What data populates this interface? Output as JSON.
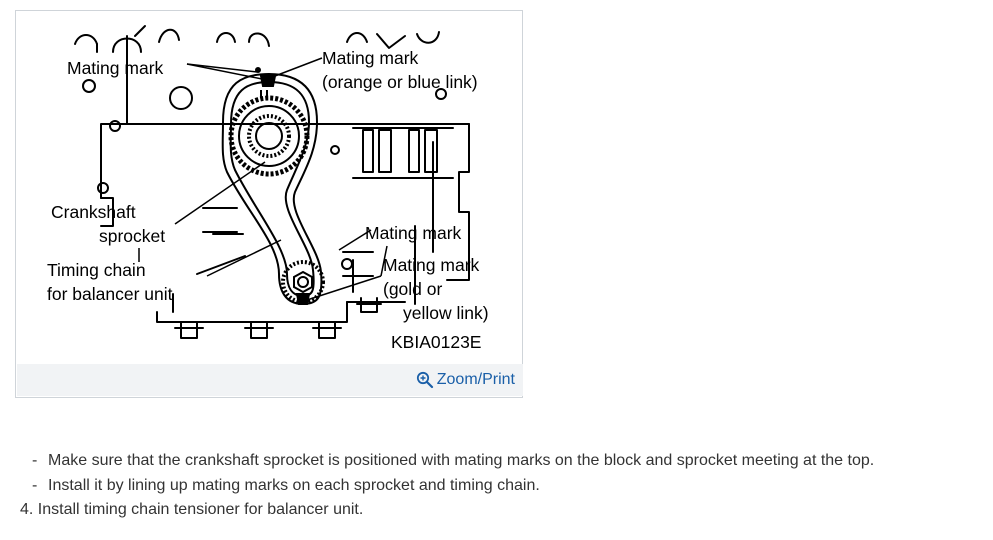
{
  "figure": {
    "labels": {
      "mating_mark_top_left": "Mating mark",
      "mating_mark_top_right_line1": "Mating mark",
      "mating_mark_top_right_line2": "(orange or blue link)",
      "crankshaft_line1": "Crankshaft",
      "crankshaft_line2": "sprocket",
      "timing_chain_line1": "Timing chain",
      "timing_chain_line2": "for balancer unit",
      "mating_mark_mid": "Mating mark",
      "mating_mark_bottom_line1": "Mating mark",
      "mating_mark_bottom_line2": "(gold or",
      "mating_mark_bottom_line3": "yellow link)",
      "figure_code": "KBIA0123E"
    },
    "zoom_link": {
      "icon": "zoom-in-icon",
      "label": "Zoom/Print",
      "color": "#1a5fa8"
    }
  },
  "instructions": {
    "bullets": [
      "Make sure that the crankshaft sprocket is positioned with mating marks on the block and sprocket meeting at the top.",
      "Install it by lining up mating marks on each sprocket and timing chain."
    ],
    "step": {
      "number": "4.",
      "text": "Install timing chain tensioner for balancer unit."
    }
  }
}
